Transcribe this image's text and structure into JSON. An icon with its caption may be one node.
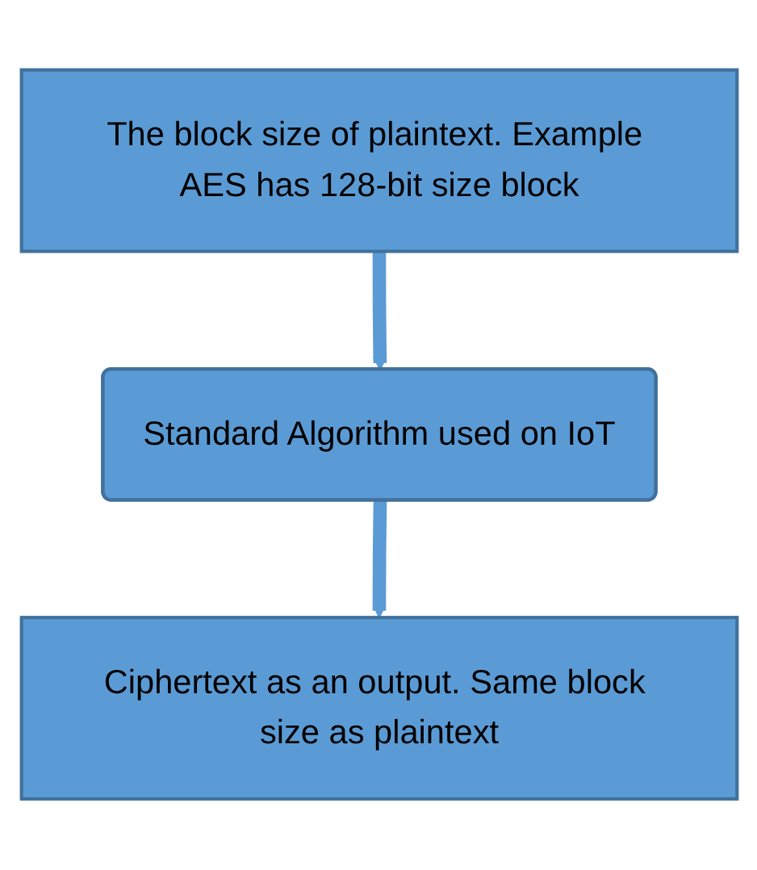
{
  "diagram": {
    "nodes": [
      {
        "text": [
          "The block size of plaintext. Example AES has 128-bit size block"
        ]
      },
      {
        "text": [
          "Standard Algorithm used on IoT"
        ]
      },
      {
        "text": [
          "Ciphertext as an output. Same block size as plaintext"
        ]
      }
    ],
    "edges": [
      {
        "from": 0,
        "to": 1,
        "arrow": "to"
      },
      {
        "from": 1,
        "to": 2,
        "arrow": "to"
      }
    ]
  }
}
